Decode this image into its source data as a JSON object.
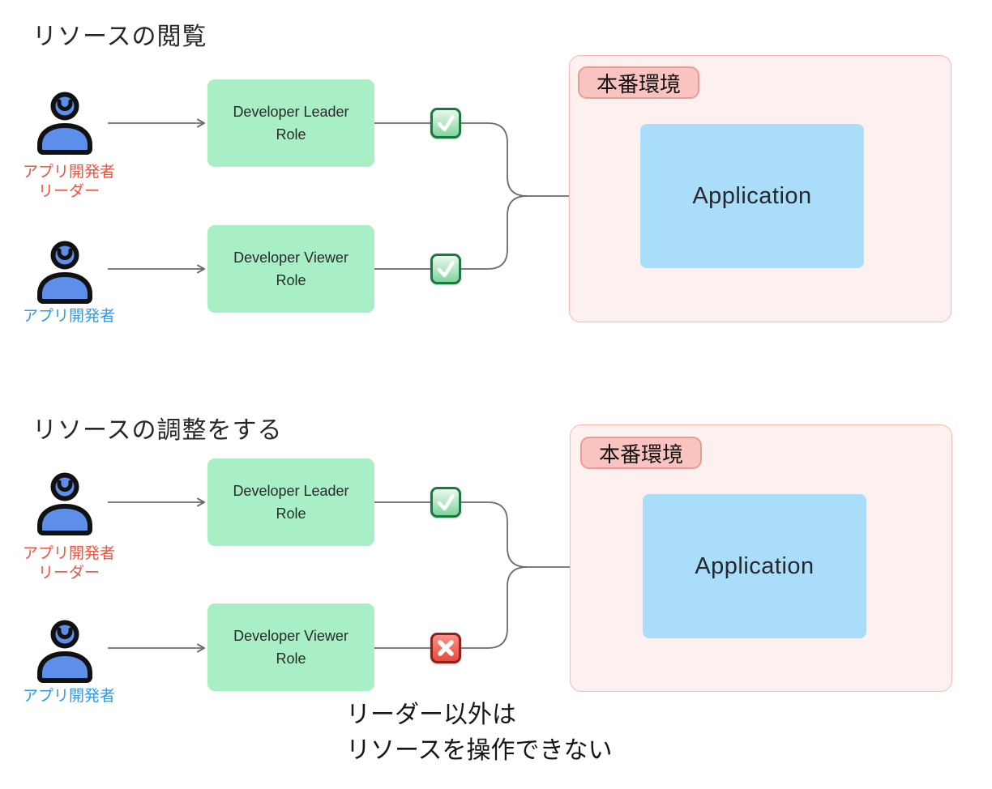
{
  "diagram": {
    "kind": "role-based-access-diagram",
    "language": "ja"
  },
  "colors": {
    "role_box_bg": "#A9EFC5",
    "app_box_bg": "#A9DDFA",
    "env_box_bg": "#FDF1F0",
    "env_box_border": "#F5B8B3",
    "badge_bg": "#F9C3C0",
    "badge_border": "#E99C96",
    "connector_line": "#6B6B6B",
    "leader_label_text": "#F4513E",
    "developer_label_text": "#2E9BF0",
    "person_icon_fill": "#5C8EEA",
    "check_icon_border": "#187A3F",
    "cross_icon_border": "#8E211B"
  },
  "icons": {
    "actor": "person-icon",
    "allowed": "check-mark-icon",
    "denied": "cross-mark-icon"
  },
  "sections": [
    {
      "title": "リソースの閲覧",
      "actors": [
        {
          "name_lines": [
            "アプリ開発者",
            "リーダー"
          ]
        },
        {
          "name_lines": [
            "アプリ開発者"
          ]
        }
      ],
      "roles": [
        {
          "label_lines": [
            "Developer Leader",
            "Role"
          ],
          "permission": "allowed"
        },
        {
          "label_lines": [
            "Developer Viewer",
            "Role"
          ],
          "permission": "allowed"
        }
      ],
      "environment": {
        "badge_label": "本番環境",
        "app_label": "Application"
      }
    },
    {
      "title": "リソースの調整をする",
      "actors": [
        {
          "name_lines": [
            "アプリ開発者",
            "リーダー"
          ]
        },
        {
          "name_lines": [
            "アプリ開発者"
          ]
        }
      ],
      "roles": [
        {
          "label_lines": [
            "Developer Leader",
            "Role"
          ],
          "permission": "allowed"
        },
        {
          "label_lines": [
            "Developer Viewer",
            "Role"
          ],
          "permission": "denied"
        }
      ],
      "environment": {
        "badge_label": "本番環境",
        "app_label": "Application"
      },
      "note_lines": [
        "リーダー以外は",
        "リソースを操作できない"
      ]
    }
  ]
}
